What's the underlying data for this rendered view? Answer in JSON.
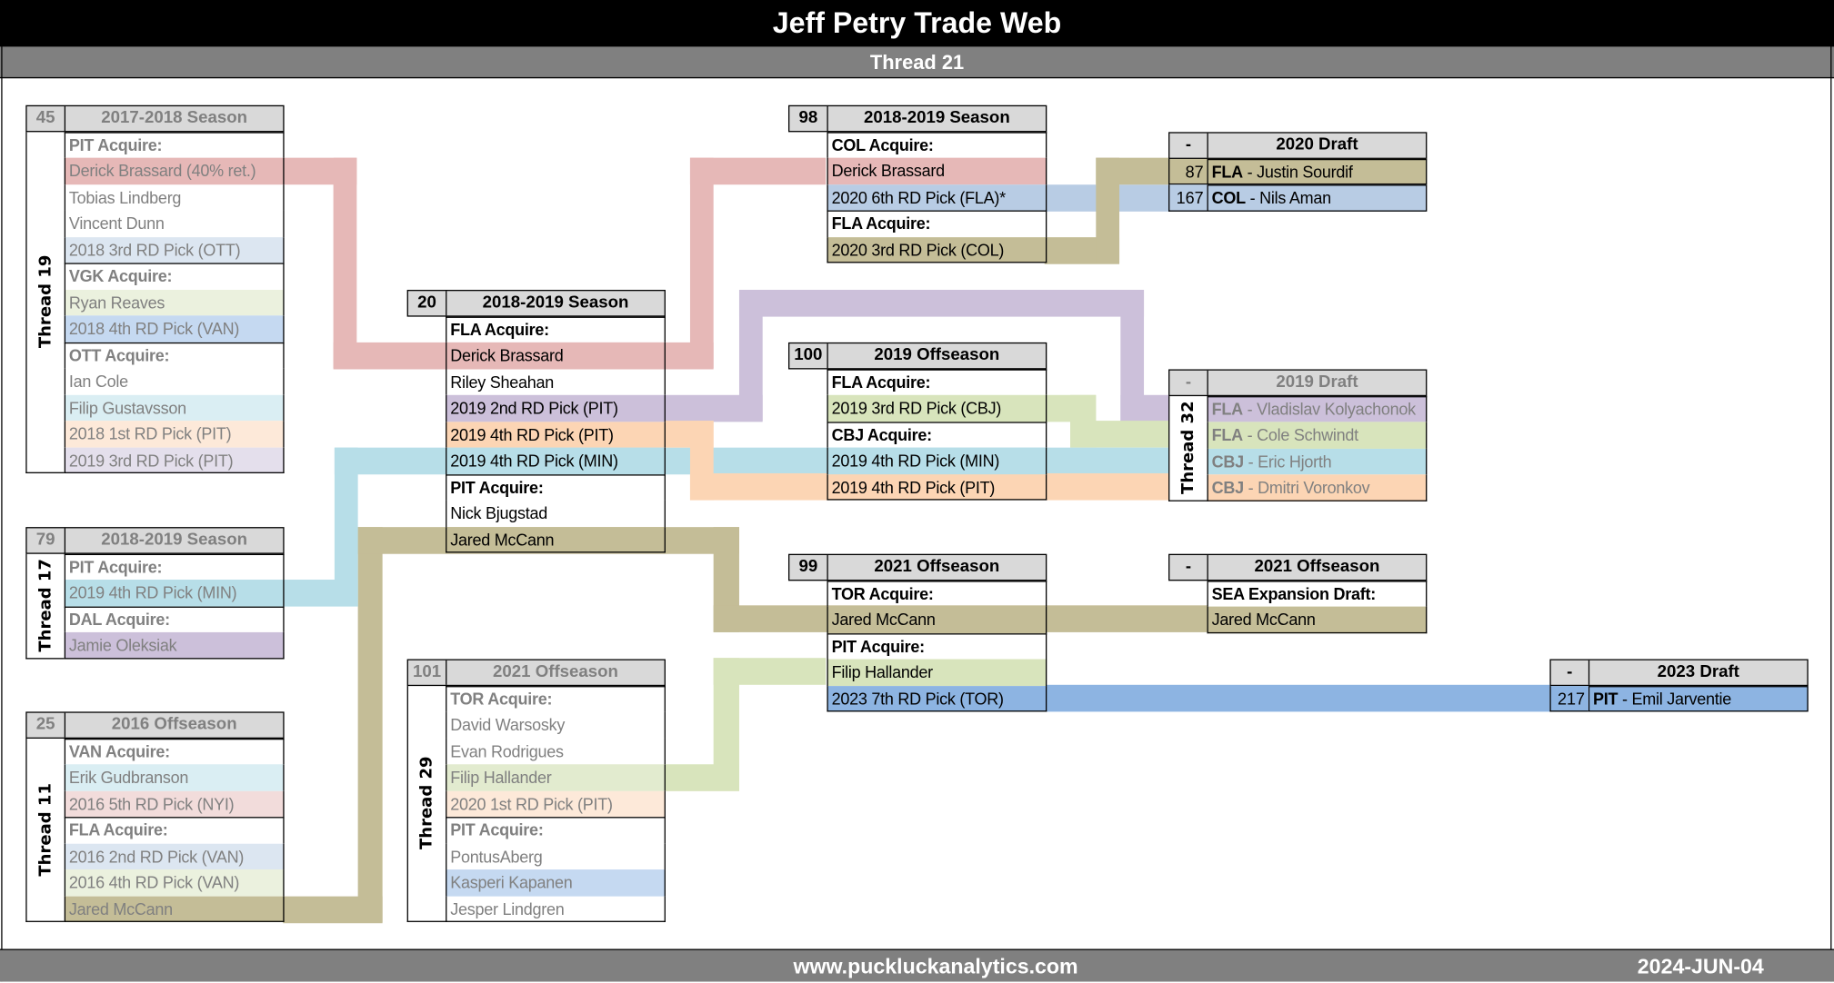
{
  "header": {
    "title": "Jeff Petry Trade Web",
    "subtitle": "Thread 21"
  },
  "footer": {
    "site": "www.puckluckanalytics.com",
    "date": "2024-JUN-04"
  },
  "connector_colors": {
    "red": "#E6B8B7",
    "blue6th": "#B8CCE4",
    "tan": "#C4BD97",
    "purple": "#CCC0DA",
    "green": "#D8E4BC",
    "blueMin": "#B7DEE8",
    "orange": "#FCD5B4",
    "blue2023": "#8DB4E2"
  },
  "boxes": [
    {
      "id": "t19",
      "number": "45",
      "title": "2017-2018 Season",
      "thread": "Thread 19",
      "muted": true,
      "rows": [
        {
          "text": "PIT Acquire:",
          "section": true
        },
        {
          "text": "Derick Brassard (40% ret.)",
          "color": "#E6B8B7"
        },
        {
          "text": "Tobias Lindberg"
        },
        {
          "text": "Vincent Dunn"
        },
        {
          "text": "2018 3rd RD Pick (OTT)",
          "color": "#DCE6F1"
        },
        {
          "text": "VGK Acquire:",
          "section": true
        },
        {
          "text": "Ryan Reaves",
          "color": "#EBF1DE"
        },
        {
          "text": "2018 4th RD Pick (VAN)",
          "color": "#C5D9F1"
        },
        {
          "text": "OTT Acquire:",
          "section": true
        },
        {
          "text": "Ian Cole"
        },
        {
          "text": "Filip Gustavsson",
          "color": "#DAEEF3"
        },
        {
          "text": "2018 1st RD Pick (PIT)",
          "color": "#FDE9D9"
        },
        {
          "text": "2019 3rd RD Pick (PIT)",
          "color": "#E4DFEC"
        }
      ]
    },
    {
      "id": "b20",
      "number": "20",
      "title": "2018-2019 Season",
      "rows": [
        {
          "text": "FLA Acquire:",
          "section": true
        },
        {
          "text": "Derick Brassard",
          "color": "#E6B8B7"
        },
        {
          "text": "Riley Sheahan"
        },
        {
          "text": "2019 2nd RD Pick (PIT)",
          "color": "#CCC0DA"
        },
        {
          "text": "2019 4th RD Pick (PIT)",
          "color": "#FCD5B4"
        },
        {
          "text": "2019 4th RD Pick (MIN)",
          "color": "#B7DEE8"
        },
        {
          "text": "PIT Acquire:",
          "section": true
        },
        {
          "text": "Nick Bjugstad"
        },
        {
          "text": "Jared McCann",
          "color": "#C4BD97"
        }
      ]
    },
    {
      "id": "b98",
      "number": "98",
      "title": "2018-2019 Season",
      "rows": [
        {
          "text": "COL Acquire:",
          "section": true
        },
        {
          "text": "Derick Brassard",
          "color": "#E6B8B7"
        },
        {
          "text": "2020 6th RD Pick (FLA)*",
          "color": "#B8CCE4"
        },
        {
          "text": "FLA Acquire:",
          "section": true
        },
        {
          "text": "2020 3rd RD Pick (COL)",
          "color": "#C4BD97"
        }
      ]
    },
    {
      "id": "d2020",
      "number": "-",
      "title": "2020 Draft",
      "draft": true,
      "rows": [
        {
          "pick": "87",
          "team": "FLA",
          "text": " - Justin Sourdif",
          "color": "#C4BD97"
        },
        {
          "pick": "167",
          "team": "COL",
          "text": " - Nils Aman",
          "color": "#B8CCE4"
        }
      ]
    },
    {
      "id": "b100",
      "number": "100",
      "title": "2019 Offseason",
      "rows": [
        {
          "text": "FLA Acquire:",
          "section": true
        },
        {
          "text": "2019 3rd RD Pick (CBJ)",
          "color": "#D8E4BC"
        },
        {
          "text": "CBJ Acquire:",
          "section": true
        },
        {
          "text": "2019 4th RD Pick (MIN)",
          "color": "#B7DEE8"
        },
        {
          "text": "2019 4th RD Pick (PIT)",
          "color": "#FCD5B4"
        }
      ]
    },
    {
      "id": "d2019",
      "number": "-",
      "title": "2019 Draft",
      "thread": "Thread 32",
      "muted": true,
      "rows": [
        {
          "team": "FLA",
          "text": " - Vladislav Kolyachonok",
          "color": "#CCC0DA"
        },
        {
          "team": "FLA",
          "text": " - Cole Schwindt",
          "color": "#D8E4BC"
        },
        {
          "team": "CBJ",
          "text": " - Eric Hjorth",
          "color": "#B7DEE8"
        },
        {
          "team": "CBJ",
          "text": " - Dmitri Voronkov",
          "color": "#FCD5B4"
        }
      ]
    },
    {
      "id": "t17",
      "number": "79",
      "title": "2018-2019 Season",
      "thread": "Thread 17",
      "muted": true,
      "rows": [
        {
          "text": "PIT Acquire:",
          "section": true
        },
        {
          "text": "2019 4th RD Pick (MIN)",
          "color": "#B7DEE8"
        },
        {
          "text": "DAL Acquire:",
          "section": true
        },
        {
          "text": "Jamie Oleksiak",
          "color": "#CCC0DA"
        }
      ]
    },
    {
      "id": "b99",
      "number": "99",
      "title": "2021 Offseason",
      "rows": [
        {
          "text": "TOR Acquire:",
          "section": true
        },
        {
          "text": "Jared McCann",
          "color": "#C4BD97"
        },
        {
          "text": "PIT Acquire:",
          "section": true
        },
        {
          "text": "Filip Hallander",
          "color": "#D8E4BC"
        },
        {
          "text": "2023 7th RD Pick (TOR)",
          "color": "#8DB4E2"
        }
      ]
    },
    {
      "id": "o2021",
      "number": "-",
      "title": "2021 Offseason",
      "rows": [
        {
          "text": "SEA Expansion Draft:",
          "section": true
        },
        {
          "text": "Jared McCann",
          "color": "#C4BD97"
        }
      ]
    },
    {
      "id": "d2023",
      "number": "-",
      "title": "2023 Draft",
      "draft": true,
      "rows": [
        {
          "pick": "217",
          "team": "PIT",
          "text": " - Emil Jarventie",
          "color": "#8DB4E2"
        }
      ]
    },
    {
      "id": "t29",
      "number": "101",
      "title": "2021 Offseason",
      "thread": "Thread 29",
      "muted": true,
      "rows": [
        {
          "text": "TOR Acquire:",
          "section": true
        },
        {
          "text": "David Warsosky"
        },
        {
          "text": "Evan Rodrigues"
        },
        {
          "text": "Filip Hallander",
          "color": "#E2EBCF"
        },
        {
          "text": "2020 1st RD Pick (PIT)",
          "color": "#FDE9D9"
        },
        {
          "text": "PIT Acquire:",
          "section": true
        },
        {
          "text": "PontusAberg"
        },
        {
          "text": "Kasperi Kapanen",
          "color": "#C5D9F1"
        },
        {
          "text": "Jesper Lindgren"
        }
      ]
    },
    {
      "id": "t11",
      "number": "25",
      "title": "2016 Offseason",
      "thread": "Thread 11",
      "muted": true,
      "rows": [
        {
          "text": "VAN Acquire:",
          "section": true
        },
        {
          "text": "Erik Gudbranson",
          "color": "#DAEEF3"
        },
        {
          "text": "2016 5th RD Pick (NYI)",
          "color": "#F2DCDB"
        },
        {
          "text": "FLA Acquire:",
          "section": true
        },
        {
          "text": "2016 2nd RD Pick (VAN)",
          "color": "#DCE6F1"
        },
        {
          "text": "2016 4th RD Pick (VAN)",
          "color": "#EBF1DE"
        },
        {
          "text": "Jared McCann",
          "color": "#C4BD97"
        }
      ]
    }
  ]
}
